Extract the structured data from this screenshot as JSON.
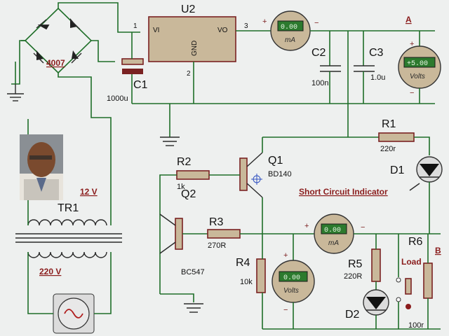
{
  "components": {
    "bridge": "4007",
    "reg_ref": "U2",
    "reg_vi": "VI",
    "reg_vo": "VO",
    "reg_gnd": "GND",
    "reg_pin1": "1",
    "reg_pin2": "2",
    "reg_pin3": "3",
    "c1_ref": "C1",
    "c1_val": "1000u",
    "c2_ref": "C2",
    "c2_val": "100n",
    "c3_ref": "C3",
    "c3_val": "1.0u",
    "r1_ref": "R1",
    "r1_val": "220r",
    "r2_ref": "R2",
    "r2_val": "1k",
    "r3_ref": "R3",
    "r3_val": "270R",
    "r4_ref": "R4",
    "r4_val": "10k",
    "r5_ref": "R5",
    "r5_val": "220R",
    "r6_ref": "R6",
    "r6_val": "100r",
    "q1_ref": "Q1",
    "q1_val": "BD140",
    "q2_ref": "Q2",
    "q2_val": "BC547",
    "d1_ref": "D1",
    "d2_ref": "D2",
    "tr_ref": "TR1",
    "tr_sec": "12 V",
    "tr_pri": "220 V"
  },
  "labels": {
    "out_a": "A",
    "out_b": "B",
    "short_circuit": "Short Circuit Indicator",
    "load": "Load"
  },
  "meters": {
    "m1_value": "0.00",
    "m1_unit": "mA",
    "m2_value": "+5.00",
    "m2_unit": "Volts",
    "m3_value": "0.00",
    "m3_unit": "mA",
    "m4_value": "0.00",
    "m4_unit": "Volts"
  },
  "signs": {
    "plus": "+",
    "minus": "−"
  },
  "colors": {
    "wire": "#1e6e28",
    "component": "#c9b89a",
    "outline": "#7a2222",
    "lcd": "#2c7a2e",
    "background": "#eef0ef"
  }
}
